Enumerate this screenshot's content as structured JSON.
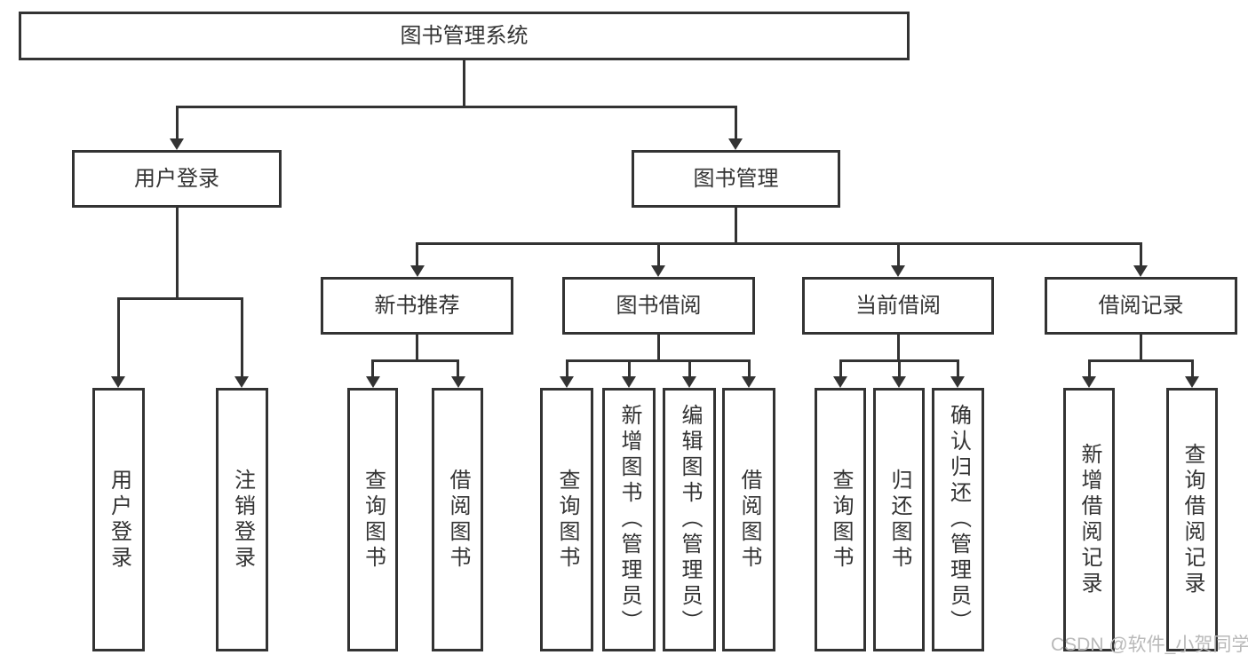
{
  "diagram_type": "tree",
  "nodes": {
    "root": {
      "label": "图书管理系统"
    },
    "branches": [
      {
        "label": "用户登录",
        "children": [
          {
            "label": "用户登录"
          },
          {
            "label": "注销登录"
          }
        ]
      },
      {
        "label": "图书管理",
        "children": [
          {
            "label": "新书推荐",
            "children": [
              {
                "label": "查询图书"
              },
              {
                "label": "借阅图书"
              }
            ]
          },
          {
            "label": "图书借阅",
            "children": [
              {
                "label": "查询图书"
              },
              {
                "label": "新增图书（管理员）"
              },
              {
                "label": "编辑图书（管理员）"
              },
              {
                "label": "借阅图书"
              }
            ]
          },
          {
            "label": "当前借阅",
            "children": [
              {
                "label": "查询图书"
              },
              {
                "label": "归还图书"
              },
              {
                "label": "确认归还（管理员）"
              }
            ]
          },
          {
            "label": "借阅记录",
            "children": [
              {
                "label": "新增借阅记录"
              },
              {
                "label": "查询借阅记录"
              }
            ]
          }
        ]
      }
    ]
  },
  "watermark": "CSDN @软件_小贺同学",
  "colors": {
    "line": "#333333",
    "text": "#333333",
    "background": "#ffffff",
    "watermark": "#b9b9b9"
  }
}
